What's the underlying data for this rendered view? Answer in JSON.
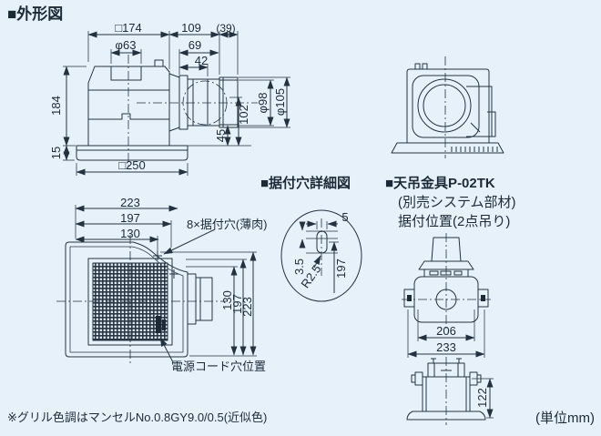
{
  "title": "■外形図",
  "front_view": {
    "top_width": "□174",
    "duct_length": "109",
    "duct_tip": "(39)",
    "collar_dia": "φ63",
    "d69": "69",
    "d42": "42",
    "body_height": "184",
    "flange_height": "15",
    "flange_width": "□250",
    "duct_inner_dia": "φ98",
    "duct_outer_dia": "φ105",
    "duct_center_height": "102",
    "d45": "45"
  },
  "hole_detail": {
    "title": "■据付穴詳細図",
    "slot_width": "5",
    "slot_offset": "3.5",
    "slot_radius": "R2.5",
    "pitch": "197"
  },
  "hanging_bracket": {
    "title_line1": "■天吊金具P-02TK",
    "title_line2": "(別売システム部材)",
    "title_line3": "据付位置(2点吊り)",
    "bracket_pitch": "206",
    "overall_width": "233",
    "body_height": "122"
  },
  "bottom_view": {
    "hole_pitch_h": [
      "223",
      "197",
      "130"
    ],
    "hole_pitch_v": [
      "130",
      "197",
      "223"
    ],
    "mount_holes_label": "8×据付穴(薄肉)",
    "power_cord_label": "電源コード穴位置"
  },
  "notes": {
    "unit": "(単位mm)",
    "grille_color": "※グリル色調はマンセルNo.0.8GY9.0/0.5(近似色)"
  },
  "colors": {
    "background": "#e7f1fa",
    "line": "#24323f",
    "text": "#1d2a36",
    "grille_dark": "#2b3844"
  }
}
